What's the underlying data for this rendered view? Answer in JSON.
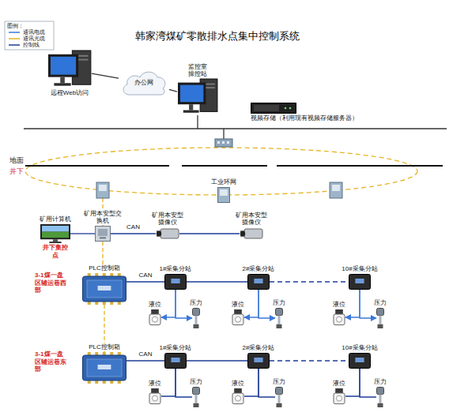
{
  "diagram": {
    "title": "韩家湾煤矿零散排水点集中控制系统",
    "nodes": [
      {
        "text": [
          "远程Web访问"
        ]
      },
      {
        "text": [
          "办公网"
        ]
      },
      {
        "text": [
          "监控室 操控站"
        ]
      },
      {
        "text": [
          "视频存储（利用现有视频存储服务器）"
        ]
      },
      {
        "text": [
          "工业环网"
        ]
      },
      {
        "text": [
          "矿用计算机",
          "井下集控点"
        ]
      },
      {
        "text": [
          "矿用本安型交换机"
        ]
      },
      {
        "text": [
          "矿用本安型摄像仪"
        ]
      },
      {
        "text": [
          "矿用本安型摄像仪"
        ]
      },
      {
        "text": [
          "PLC控制箱"
        ]
      },
      {
        "text": [
          "1#采集分站"
        ]
      },
      {
        "text": [
          "2#采集分站"
        ]
      },
      {
        "text": [
          "10#采集分站"
        ]
      },
      {
        "text": [
          "液位"
        ]
      },
      {
        "text": [
          "压力"
        ]
      },
      {
        "text": [
          "液位"
        ]
      },
      {
        "text": [
          "压力"
        ]
      },
      {
        "text": [
          "液位"
        ]
      },
      {
        "text": [
          "压力"
        ]
      },
      {
        "text": [
          "PLC控制箱"
        ]
      },
      {
        "text": [
          "1#采集分站"
        ]
      },
      {
        "text": [
          "2#采集分站"
        ]
      },
      {
        "text": [
          "10#采集分站"
        ]
      },
      {
        "text": [
          "液位"
        ]
      },
      {
        "text": [
          "压力"
        ]
      },
      {
        "text": [
          "液位"
        ]
      },
      {
        "text": [
          "压力"
        ]
      },
      {
        "text": [
          "液位"
        ]
      },
      {
        "text": [
          "压力"
        ]
      }
    ],
    "edges": [
      {
        "from": 0,
        "to": 1,
        "arrow": "none"
      },
      {
        "from": 1,
        "to": 2,
        "arrow": "none"
      },
      {
        "from": 5,
        "to": 6,
        "arrow": "none"
      },
      {
        "from": 6,
        "to": 7,
        "label": "CAN",
        "arrow": "none"
      },
      {
        "from": 7,
        "to": 8,
        "arrow": "none"
      },
      {
        "from": 6,
        "to": 9,
        "arrow": "none"
      },
      {
        "from": 9,
        "to": 19,
        "arrow": "none"
      },
      {
        "from": 9,
        "to": 10,
        "label": "CAN",
        "arrow": "none"
      },
      {
        "from": 10,
        "to": 11,
        "arrow": "none"
      },
      {
        "from": 11,
        "to": 12,
        "arrow": "none"
      },
      {
        "from": 10,
        "to": 13,
        "arrow": "to"
      },
      {
        "from": 10,
        "to": 14,
        "arrow": "to"
      },
      {
        "from": 11,
        "to": 15,
        "arrow": "to"
      },
      {
        "from": 11,
        "to": 16,
        "arrow": "to"
      },
      {
        "from": 12,
        "to": 17,
        "arrow": "to"
      },
      {
        "from": 12,
        "to": 18,
        "arrow": "to"
      },
      {
        "from": 19,
        "to": 20,
        "label": "CAN",
        "arrow": "none"
      },
      {
        "from": 20,
        "to": 21,
        "arrow": "none"
      },
      {
        "from": 21,
        "to": 22,
        "arrow": "none"
      },
      {
        "from": 20,
        "to": 23,
        "arrow": "none"
      },
      {
        "from": 20,
        "to": 24,
        "arrow": "none"
      },
      {
        "from": 21,
        "to": 25,
        "arrow": "none"
      },
      {
        "from": 21,
        "to": 26,
        "arrow": "none"
      },
      {
        "from": 22,
        "to": 27,
        "arrow": "none"
      },
      {
        "from": 22,
        "to": 28,
        "arrow": "none"
      }
    ],
    "labels": [
      "图例：",
      "地面",
      "井下",
      "3-1煤一盘区辅运巷西部",
      "3-1煤一盘区辅运巷东部"
    ],
    "legend": [
      {
        "text": "通讯电缆"
      },
      {
        "text": "通讯光缆"
      },
      {
        "text": "控制线"
      }
    ]
  }
}
